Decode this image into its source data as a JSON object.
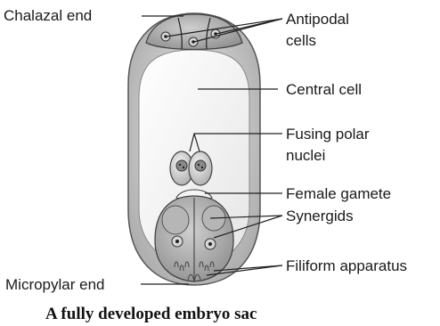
{
  "diagram": {
    "caption": "A fully developed embryo sac",
    "labels": {
      "chalazal_end": "Chalazal end",
      "antipodal_line1": "Antipodal",
      "antipodal_line2": "cells",
      "central_cell": "Central cell",
      "polar_line1": "Fusing polar",
      "polar_line2": "nuclei",
      "female_gamete": "Female gamete",
      "synergids": "Synergids",
      "filiform": "Filiform apparatus",
      "micropylar_end": "Micropylar end"
    }
  }
}
